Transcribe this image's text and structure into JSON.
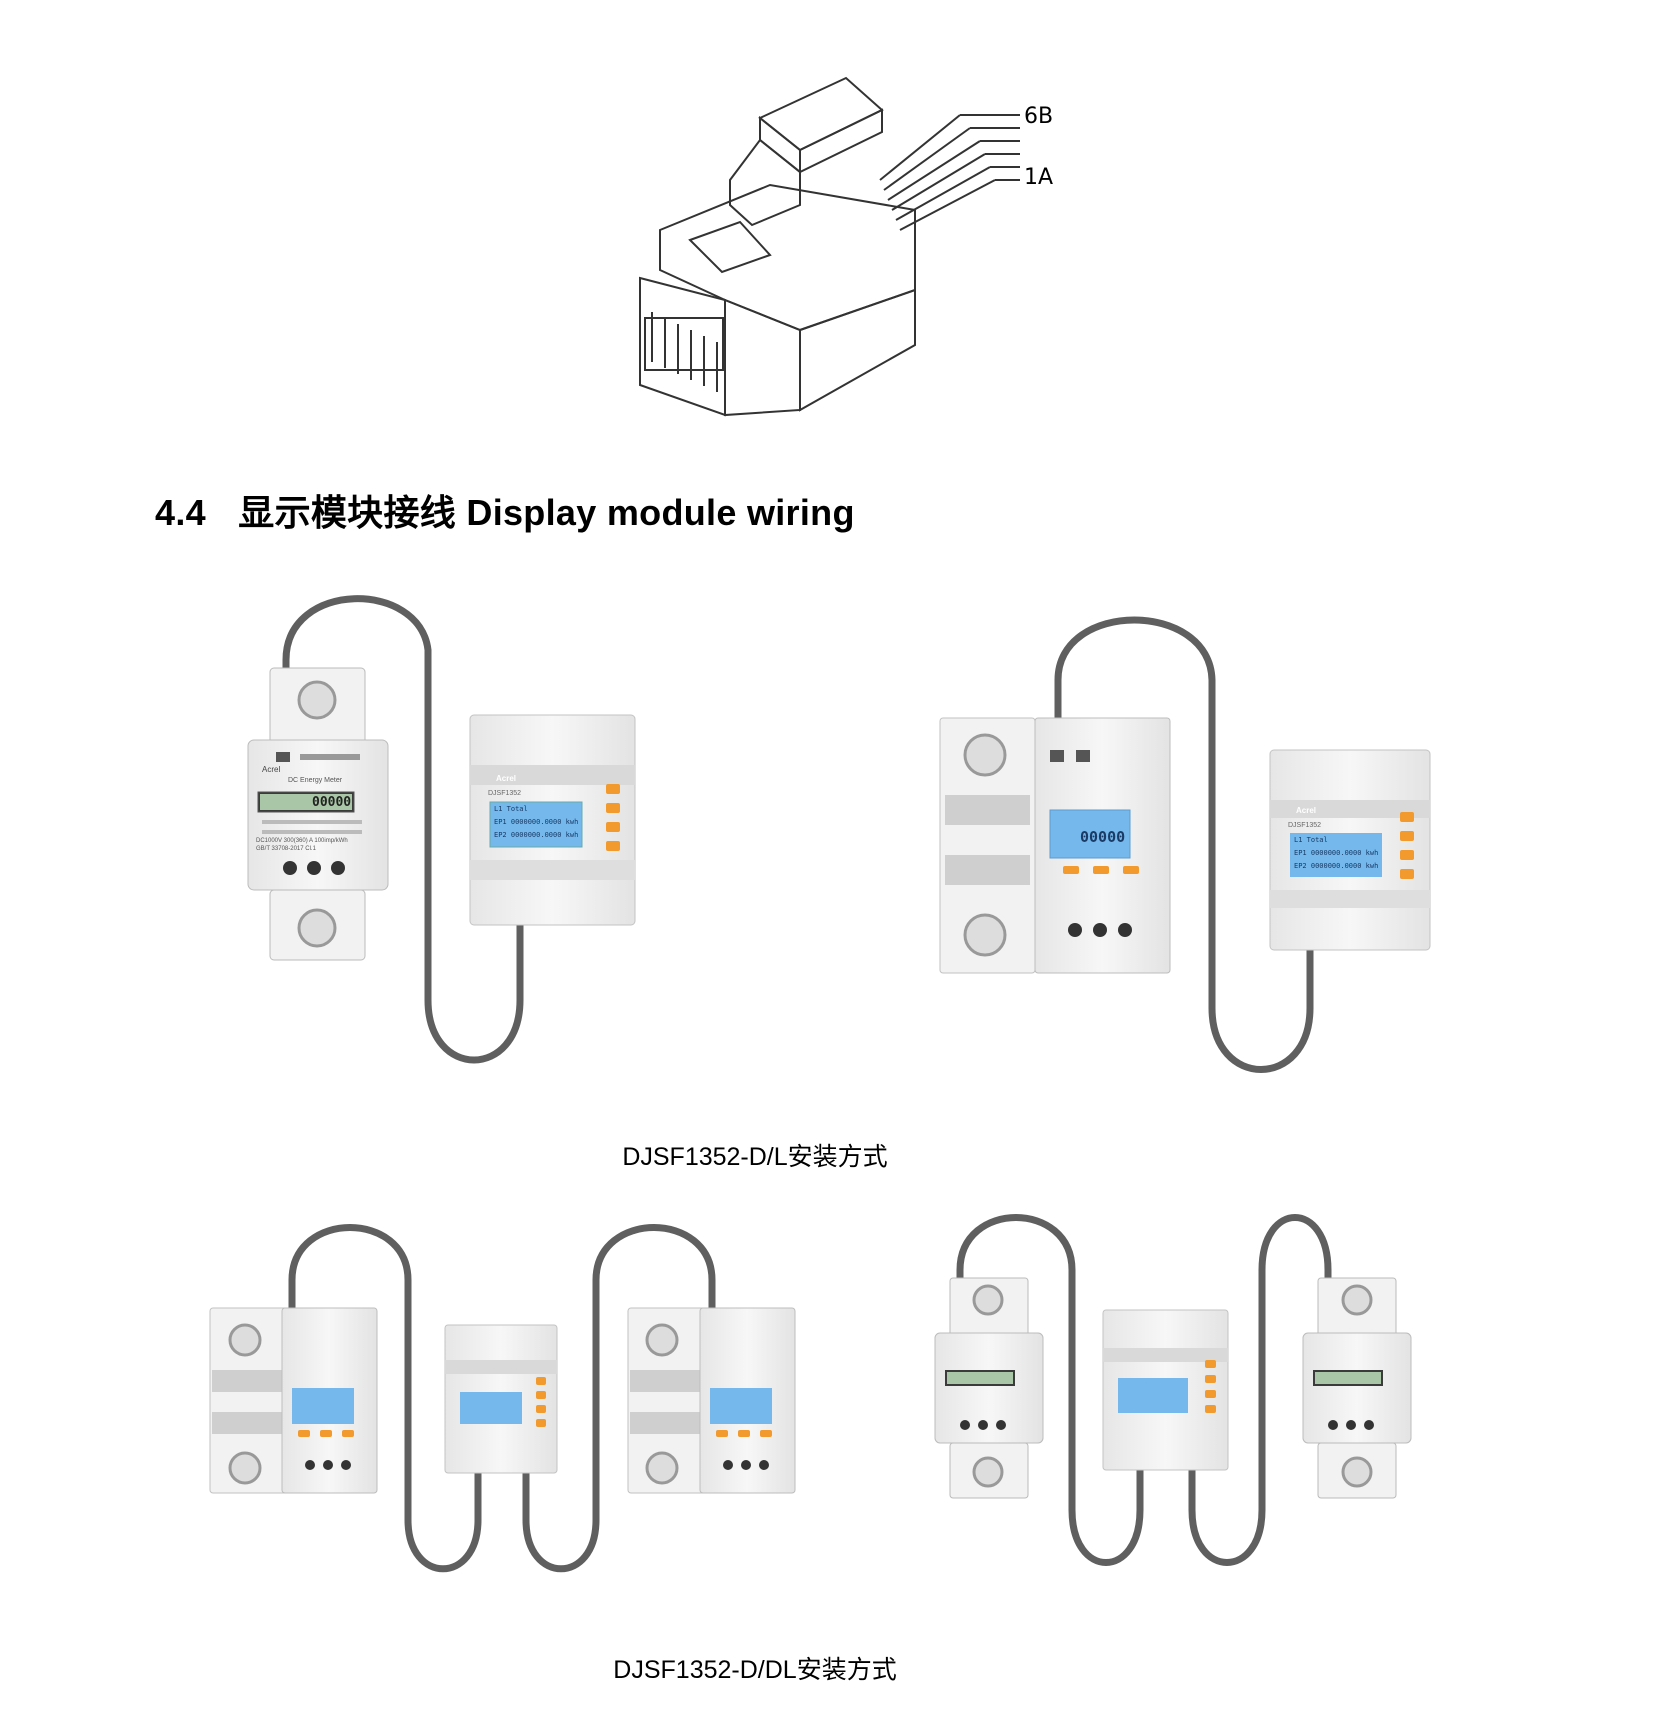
{
  "connector": {
    "pin_top_label": "6B",
    "pin_bottom_label": "1A"
  },
  "section": {
    "number": "4.4",
    "title_cn": "显示模块接线",
    "title_en": "Display module wiring"
  },
  "figures": [
    {
      "caption": "DJSF1352-D/L安装方式"
    },
    {
      "caption": "DJSF1352-D/DL安装方式"
    }
  ],
  "meter": {
    "brand": "Acrel",
    "type_label": "DC Energy Meter",
    "lcd_reading": "00000",
    "spec_line": "DC1000V  300(360) A  100imp/kWh",
    "standard": "GB/T 33708-2017   Cl.1"
  },
  "display_module": {
    "brand": "Acrel",
    "model": "DJSF1352",
    "lcd_lines": [
      "L1  Total",
      "EP1  0000000.0000  kwh",
      "EP2  0000000.0000  kwh"
    ]
  },
  "colors": {
    "cable": "#5f5f5f",
    "button": "#f29a2e",
    "lcd": "#74b8ec",
    "casing": "#efefef",
    "casing_edge": "#bdbdbd"
  }
}
